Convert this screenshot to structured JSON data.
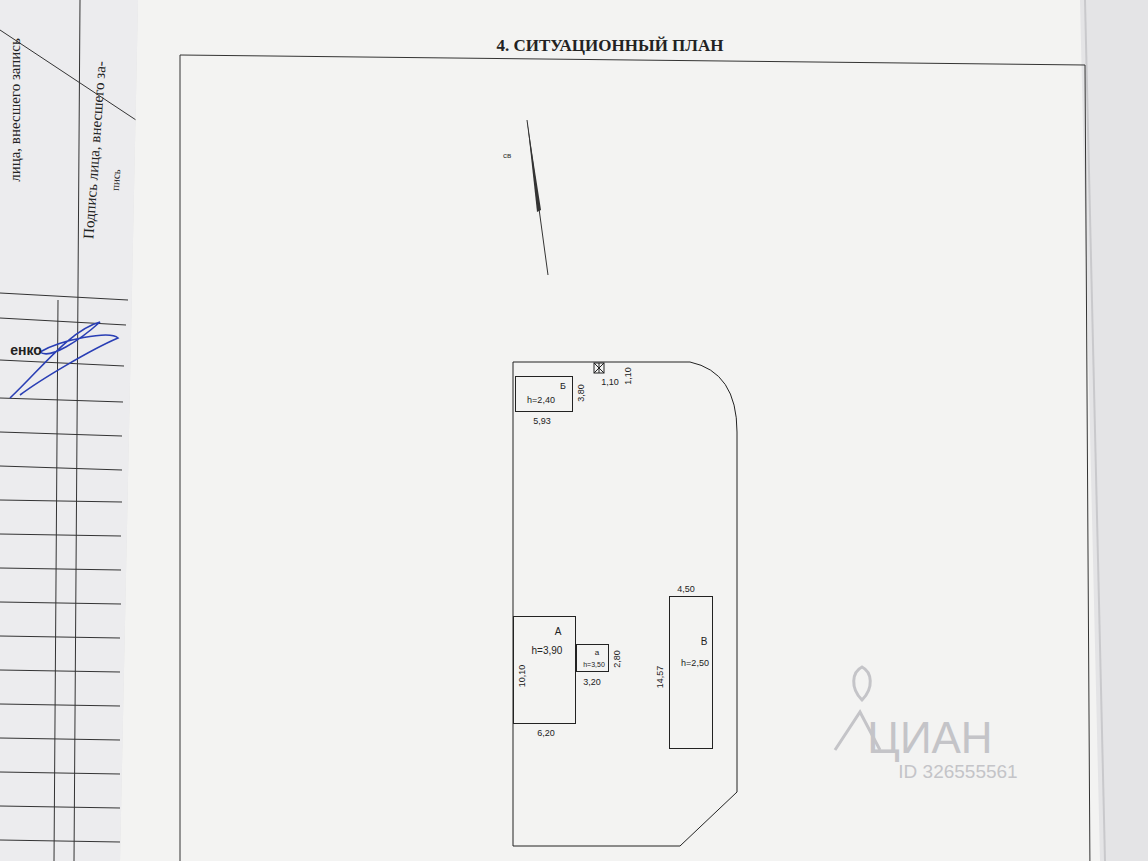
{
  "diagram": {
    "title": "4. СИТУАЦИОННЫЙ ПЛАН",
    "nodes": [
      {
        "text": [
          "Б",
          "h=2,40"
        ]
      },
      {
        "text": [
          "А",
          "h=3,90"
        ]
      },
      {
        "text": [
          "а",
          "h=3,50"
        ]
      },
      {
        "text": [
          "В",
          "h=2,50"
        ]
      }
    ],
    "labels": [
      "св",
      "3,80",
      "5,93",
      "1,10",
      "1,10",
      "10,10",
      "6,20",
      "2,80",
      "3,20",
      "4,50",
      "14,57",
      "лица, внесшего запись",
      "Подпись лица, внесшего за-",
      "пись",
      "енко",
      "ЦИАН",
      "ID 326555561"
    ]
  }
}
